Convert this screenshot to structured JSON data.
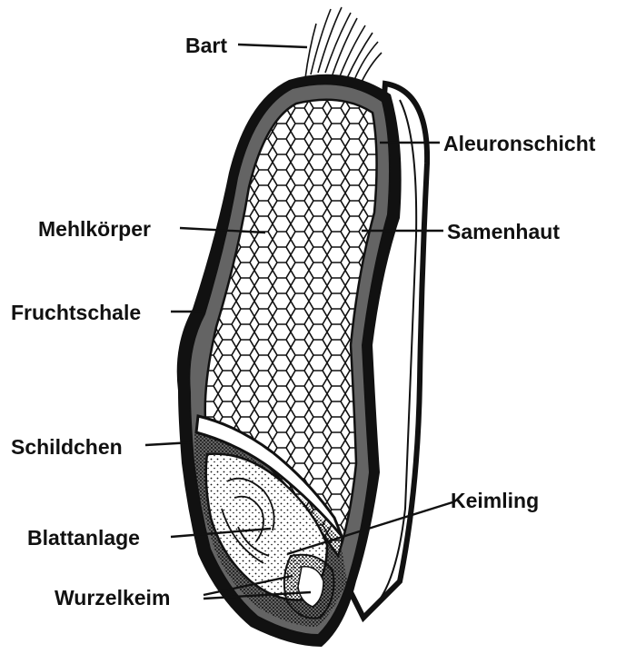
{
  "diagram": {
    "labels": {
      "bart": "Bart",
      "aleuronschicht": "Aleuronschicht",
      "mehlkoerper": "Mehlkörper",
      "samenhaut": "Samenhaut",
      "fruchtschale": "Fruchtschale",
      "schildchen": "Schildchen",
      "keimling": "Keimling",
      "blattanlage": "Blattanlage",
      "wurzelkeim": "Wurzelkeim"
    },
    "colors": {
      "ink": "#111111",
      "paper": "#ffffff"
    }
  }
}
